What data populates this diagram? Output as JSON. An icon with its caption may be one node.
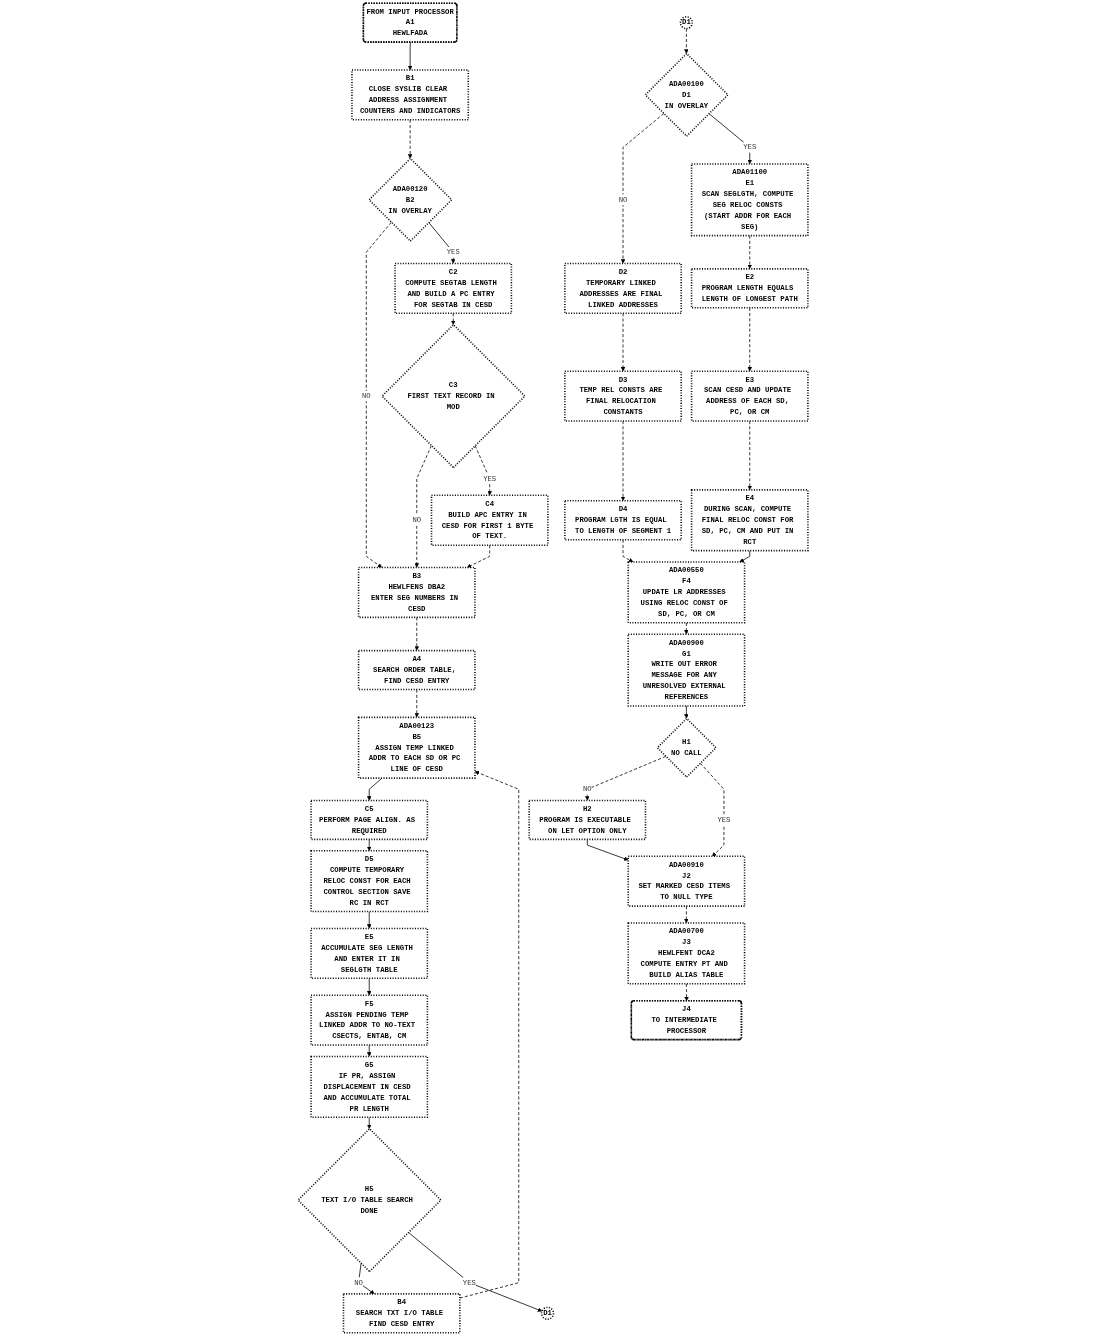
{
  "diagram": {
    "nodes": [
      {
        "text": [
          "FROM INPUT PROCESSOR",
          "A1",
          "HEWLFADA"
        ]
      },
      {
        "text": [
          "A4",
          "SEARCH ORDER TABLE, FIND CESD ENTRY"
        ]
      },
      {
        "text": [
          "B1",
          "CLOSE SYSLIB CLEAR ADDRESS ASSIGNMENT COUNTERS AND INDICATORS"
        ]
      },
      {
        "text": [
          "ADA00120",
          "B2",
          "IN OVERLAY"
        ]
      },
      {
        "text": [
          "B3",
          "HEWLFENS DBA2",
          "ENTER SEG NUMBERS IN CESD"
        ]
      },
      {
        "text": [
          "B4",
          "SEARCH TXT I/O TABLE FIND CESD ENTRY"
        ]
      },
      {
        "text": [
          "ADA00123",
          "B5",
          "ASSIGN TEMP LINKED ADDR TO EACH SD OR PC LINE OF CESD"
        ]
      },
      {
        "text": [
          "C2",
          "COMPUTE SEGTAB LENGTH AND BUILD A PC ENTRY FOR SEGTAB IN CESD"
        ]
      },
      {
        "text": [
          "C3",
          "FIRST TEXT RECORD IN MOD"
        ]
      },
      {
        "text": [
          "C4",
          "BUILD APC ENTRY IN CESD FOR FIRST 1 BYTE OF TEXT."
        ]
      },
      {
        "text": [
          "C5",
          "PERFORM PAGE ALIGN. AS REQUIRED"
        ]
      },
      {
        "text": [
          "D1"
        ]
      },
      {
        "text": [
          "ADA00100",
          "D1",
          "IN OVERLAY"
        ]
      },
      {
        "text": [
          "D2",
          "TEMPORARY LINKED ADDRESSES ARE FINAL LINKED ADDRESSES"
        ]
      },
      {
        "text": [
          "D3",
          "TEMP REL CONSTS ARE FINAL RELOCATION CONSTANTS"
        ]
      },
      {
        "text": [
          "D4",
          "PROGRAM LGTH IS EQUAL TO LENGTH OF SEGMENT 1"
        ]
      },
      {
        "text": [
          "D5",
          "COMPUTE TEMPORARY RELOC CONST FOR EACH CONTROL SECTION SAVE RC IN RCT"
        ]
      },
      {
        "text": [
          "ADA01100",
          "E1",
          "SCAN SEGLGTH, COMPUTE SEG RELOC CONSTS (START ADDR FOR EACH SEG)"
        ]
      },
      {
        "text": [
          "E2",
          "PROGRAM LENGTH EQUALS LENGTH OF LONGEST PATH"
        ]
      },
      {
        "text": [
          "E3",
          "SCAN CESD AND UPDATE ADDRESS OF EACH SD, PC, OR CM"
        ]
      },
      {
        "text": [
          "E4",
          "DURING SCAN, COMPUTE FINAL RELOC CONST FOR SD, PC, CM AND PUT IN RCT"
        ]
      },
      {
        "text": [
          "E5",
          "ACCUMULATE SEG LENGTH AND ENTER IT IN SEGLGTH TABLE"
        ]
      },
      {
        "text": [
          "ADA00550",
          "F4",
          "UPDATE LR ADDRESSES USING RELOC CONST OF SD, PC, OR CM"
        ]
      },
      {
        "text": [
          "F5",
          "ASSIGN PENDING TEMP LINKED ADDR TO NO-TEXT CSECTS, ENTAB, CM"
        ]
      },
      {
        "text": [
          "ADA00900",
          "G1",
          "WRITE OUT ERROR MESSAGE FOR ANY UNRESOLVED EXTERNAL REFERENCES"
        ]
      },
      {
        "text": [
          "G5",
          "IF PR, ASSIGN DISPLACEMENT IN CESD AND ACCUMULATE TOTAL PR LENGTH"
        ]
      },
      {
        "text": [
          "H1",
          "NO CALL"
        ]
      },
      {
        "text": [
          "H2",
          "PROGRAM IS EXECUTABLE ON LET OPTION ONLY"
        ]
      },
      {
        "text": [
          "H5",
          "TEXT I/O TABLE SEARCH DONE"
        ]
      },
      {
        "text": [
          "ADA00910",
          "J2",
          "SET MARKED CESD ITEMS TO NULL TYPE"
        ]
      },
      {
        "text": [
          "ADA00700",
          "J3",
          "HEWLFENT DCA2",
          "COMPUTE ENTRY PT AND BUILD ALIAS TABLE"
        ]
      },
      {
        "text": [
          "J4",
          "TO INTERMEDIATE PROCESSOR"
        ]
      },
      {
        "text": [
          "D1"
        ]
      }
    ],
    "edges": [
      {
        "from": 0,
        "to": 2,
        "arrow": "to"
      },
      {
        "from": 2,
        "to": 3,
        "arrow": "to",
        "style": "dashed"
      },
      {
        "from": 3,
        "to": 4,
        "arrow": "to",
        "label": "NO",
        "style": "dashed"
      },
      {
        "from": 3,
        "to": 7,
        "arrow": "to",
        "label": "YES"
      },
      {
        "from": 4,
        "to": 1,
        "arrow": "to",
        "style": "dashed"
      },
      {
        "from": 1,
        "to": 6,
        "arrow": "to",
        "style": "dashed"
      },
      {
        "from": 5,
        "to": 6,
        "arrow": "to",
        "style": "dashed"
      },
      {
        "from": 7,
        "to": 8,
        "arrow": "to",
        "style": "dashed"
      },
      {
        "from": 8,
        "to": 4,
        "arrow": "to",
        "label": "NO",
        "style": "dashed"
      },
      {
        "from": 8,
        "to": 9,
        "arrow": "to",
        "label": "YES",
        "style": "dashed"
      },
      {
        "from": 9,
        "to": 4,
        "arrow": "to",
        "style": "dashed"
      },
      {
        "from": 6,
        "to": 10,
        "arrow": "to"
      },
      {
        "from": 10,
        "to": 16,
        "arrow": "to"
      },
      {
        "from": 11,
        "to": 12,
        "arrow": "to",
        "style": "dashed"
      },
      {
        "from": 12,
        "to": 13,
        "arrow": "to",
        "label": "NO",
        "style": "dashed"
      },
      {
        "from": 12,
        "to": 17,
        "arrow": "to",
        "label": "YES"
      },
      {
        "from": 13,
        "to": 14,
        "arrow": "to",
        "style": "dashed"
      },
      {
        "from": 14,
        "to": 15,
        "arrow": "to",
        "style": "dashed"
      },
      {
        "from": 15,
        "to": 22,
        "arrow": "to",
        "style": "dashed"
      },
      {
        "from": 16,
        "to": 21,
        "arrow": "to"
      },
      {
        "from": 17,
        "to": 18,
        "arrow": "to",
        "style": "dashed"
      },
      {
        "from": 18,
        "to": 19,
        "arrow": "to",
        "style": "dashed"
      },
      {
        "from": 19,
        "to": 20,
        "arrow": "to",
        "style": "dashed"
      },
      {
        "from": 20,
        "to": 22,
        "arrow": "to"
      },
      {
        "from": 21,
        "to": 23,
        "arrow": "to"
      },
      {
        "from": 22,
        "to": 24,
        "arrow": "to",
        "style": "dashed"
      },
      {
        "from": 23,
        "to": 25,
        "arrow": "to"
      },
      {
        "from": 24,
        "to": 26,
        "arrow": "to"
      },
      {
        "from": 25,
        "to": 28,
        "arrow": "to"
      },
      {
        "from": 26,
        "to": 27,
        "arrow": "to",
        "label": "NO",
        "style": "dashed"
      },
      {
        "from": 26,
        "to": 29,
        "arrow": "to",
        "label": "YES",
        "style": "dashed"
      },
      {
        "from": 27,
        "to": 29,
        "arrow": "to"
      },
      {
        "from": 28,
        "to": 5,
        "arrow": "to",
        "label": "NO"
      },
      {
        "from": 28,
        "to": 32,
        "arrow": "to",
        "label": "YES"
      },
      {
        "from": 29,
        "to": 30,
        "arrow": "to",
        "style": "dashed"
      },
      {
        "from": 30,
        "to": 31,
        "arrow": "to",
        "style": "dashed"
      }
    ]
  }
}
